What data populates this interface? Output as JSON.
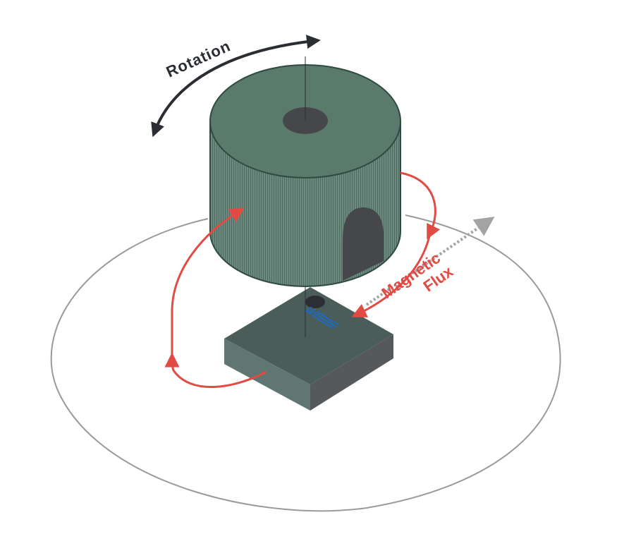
{
  "labels": {
    "rotation": "Rotation",
    "flux_line1": "Magnetic",
    "flux_line2": "Flux"
  },
  "logo": {
    "text": "WE",
    "note": "manufacturer logo printed on sensor chip"
  },
  "colors": {
    "magnet_top": "#5a7a6c",
    "magnet_side": "#6c8a7d",
    "magnet_edge": "#2f4a40",
    "hole": "#45474a",
    "chip_top": "#4a5d59",
    "chip_left": "#5f7672",
    "chip_right": "#56595c",
    "flux_red": "#e24a44",
    "rotation_arrow": "#2a2e33",
    "orbit": "#9a9a9a",
    "axis_arrow": "#a3a3a3",
    "logo_blue": "#1e6bbf"
  },
  "icons": {
    "rotation_arrow": "curved-double-arrow-icon",
    "flux_arrows": "arrowhead-icon",
    "measurement_axis": "dotted-arrow-icon"
  }
}
